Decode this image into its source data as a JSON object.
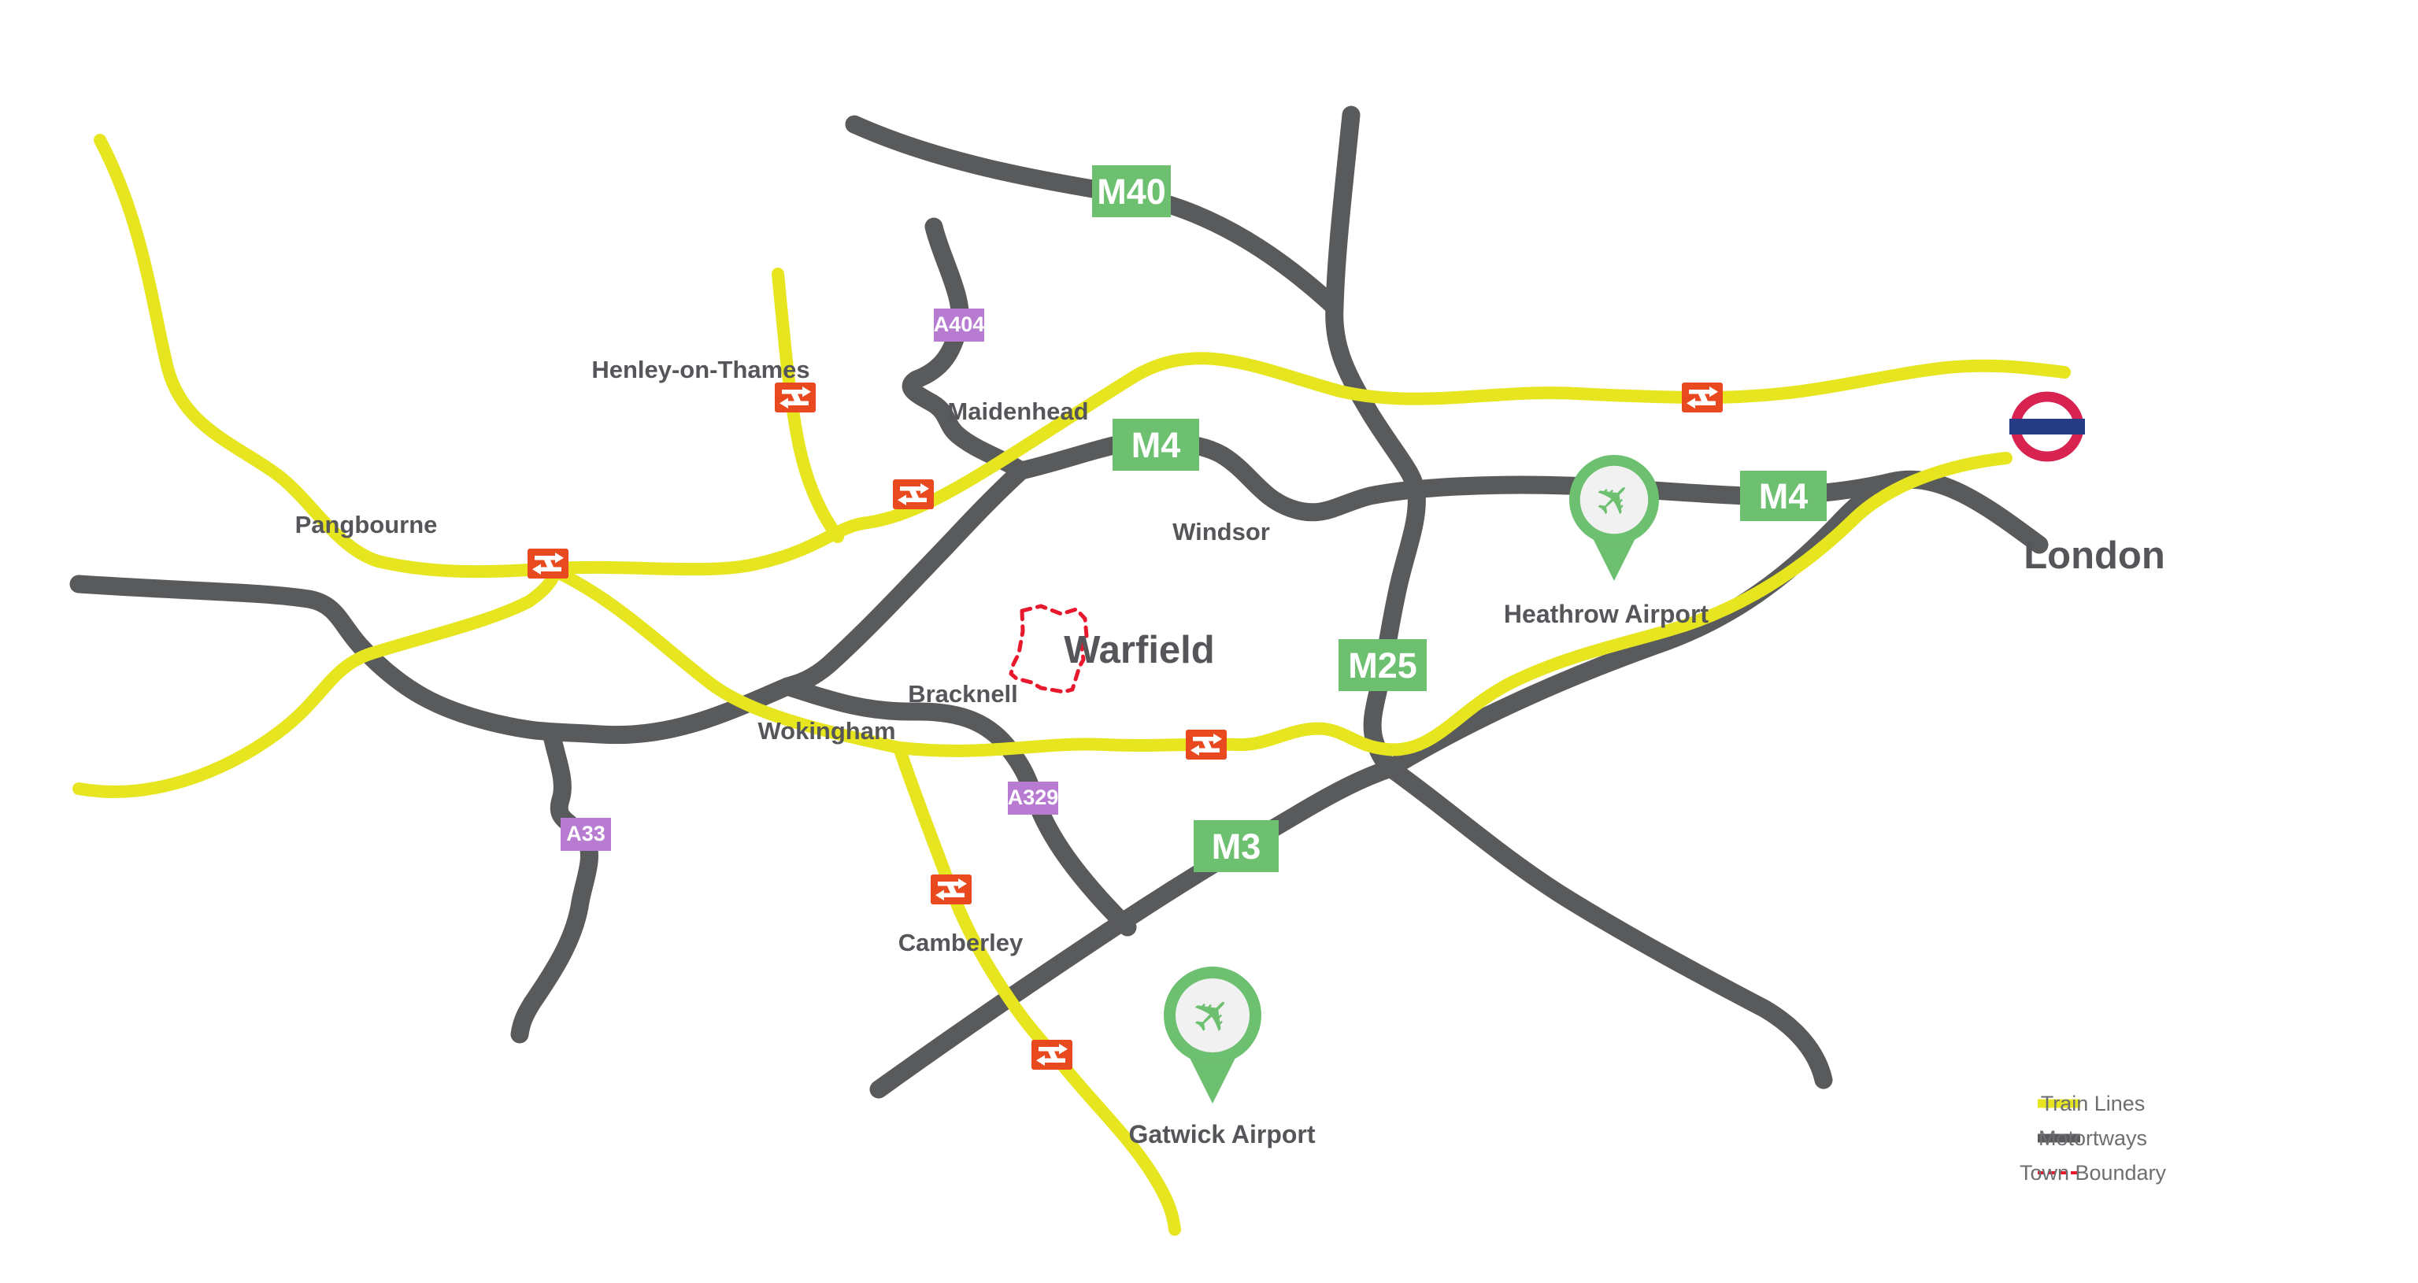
{
  "towns": [
    {
      "name": "Henley-on-Thames"
    },
    {
      "name": "Maidenhead"
    },
    {
      "name": "Pangbourne"
    },
    {
      "name": "Windsor"
    },
    {
      "name": "Bracknell"
    },
    {
      "name": "Wokingham"
    },
    {
      "name": "Camberley"
    }
  ],
  "places": {
    "warfield": "Warfield",
    "london": "London"
  },
  "airports": [
    {
      "name": "Heathrow Airport"
    },
    {
      "name": "Gatwick Airport"
    }
  ],
  "road_labels": {
    "motorways": [
      {
        "text": "M40"
      },
      {
        "text": "M4"
      },
      {
        "text": "M4"
      },
      {
        "text": "M25"
      },
      {
        "text": "M3"
      }
    ],
    "a_roads": [
      {
        "text": "A404"
      },
      {
        "text": "A329"
      },
      {
        "text": "A33"
      }
    ]
  },
  "legend": {
    "items": [
      {
        "label": "Train Lines"
      },
      {
        "label": "Motortways"
      },
      {
        "label": "Town Boundary"
      }
    ]
  },
  "icons": {
    "rail_station": "national-rail-double-arrow",
    "underground": "london-underground-roundel",
    "airport": "airplane-pin"
  },
  "colors": {
    "train_line": "#e6e51f",
    "motorway": "#595a5c",
    "town_boundary": "#e8182d",
    "motorway_badge": "#6ec071",
    "a_road_badge": "#b77cd2",
    "rail_station_badge": "#e8491f",
    "roundel_ring": "#d8224f",
    "roundel_bar": "#253c85",
    "label_text": "#55565a",
    "legend_text": "#6d6e71"
  }
}
